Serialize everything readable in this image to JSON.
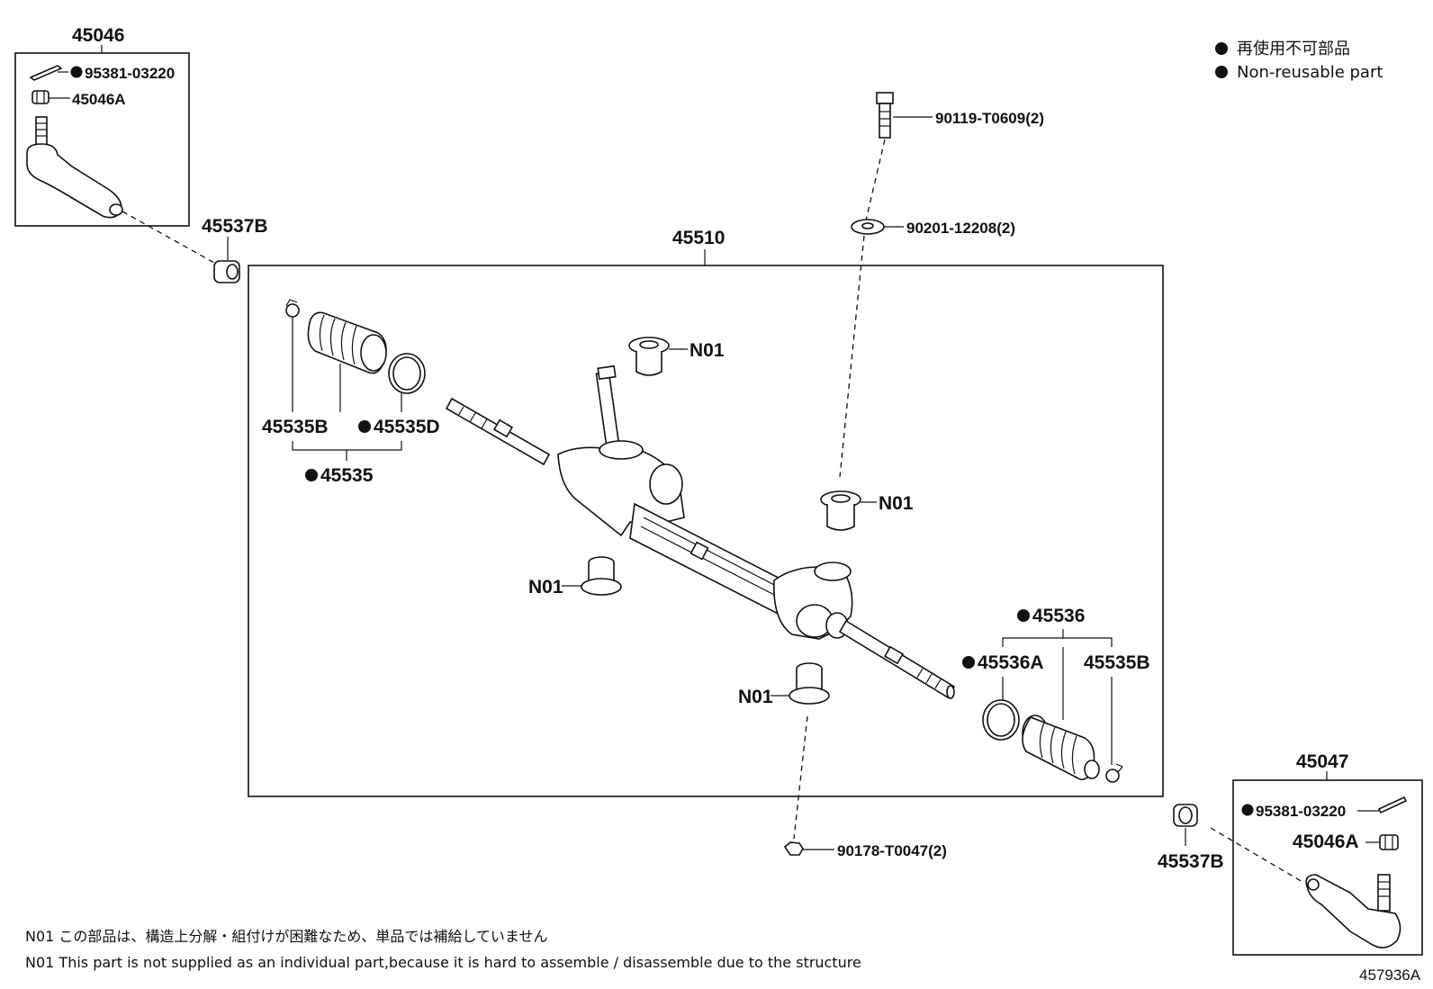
{
  "legend": {
    "bullet_ja": "再使用不可部品",
    "bullet_en": "Non-reusable part"
  },
  "parts": {
    "tie_rod_end_left": "45046",
    "tie_rod_end_right": "45047",
    "cotter_pin_left": "95381-03220",
    "cotter_pin_right": "95381-03220",
    "nut_left": "45046A",
    "nut_right": "45046A",
    "lock_nut_left": "45537B",
    "lock_nut_right": "45537B",
    "gear_assembly": "45510",
    "bolt": "90119-T0609(2)",
    "washer": "90201-12208(2)",
    "nut_bottom": "90178-T0047(2)",
    "bushing_top": "N01",
    "bushing_mid_right": "N01",
    "bushing_mid_left": "N01",
    "bushing_bottom": "N01",
    "clip_left": "45535B",
    "clamp_left": "45535D",
    "boot_kit_left": "45535",
    "boot_kit_right": "45536",
    "clamp_right": "45536A",
    "clip_right": "45535B"
  },
  "notes": {
    "ja": "N01 この部品は、構造上分解・組付けが困難なため、単品では補給していません",
    "en": "N01 This part is not supplied as an individual part,because it is hard to assemble / disassemble due to the structure"
  },
  "diagram_id": "457936A"
}
